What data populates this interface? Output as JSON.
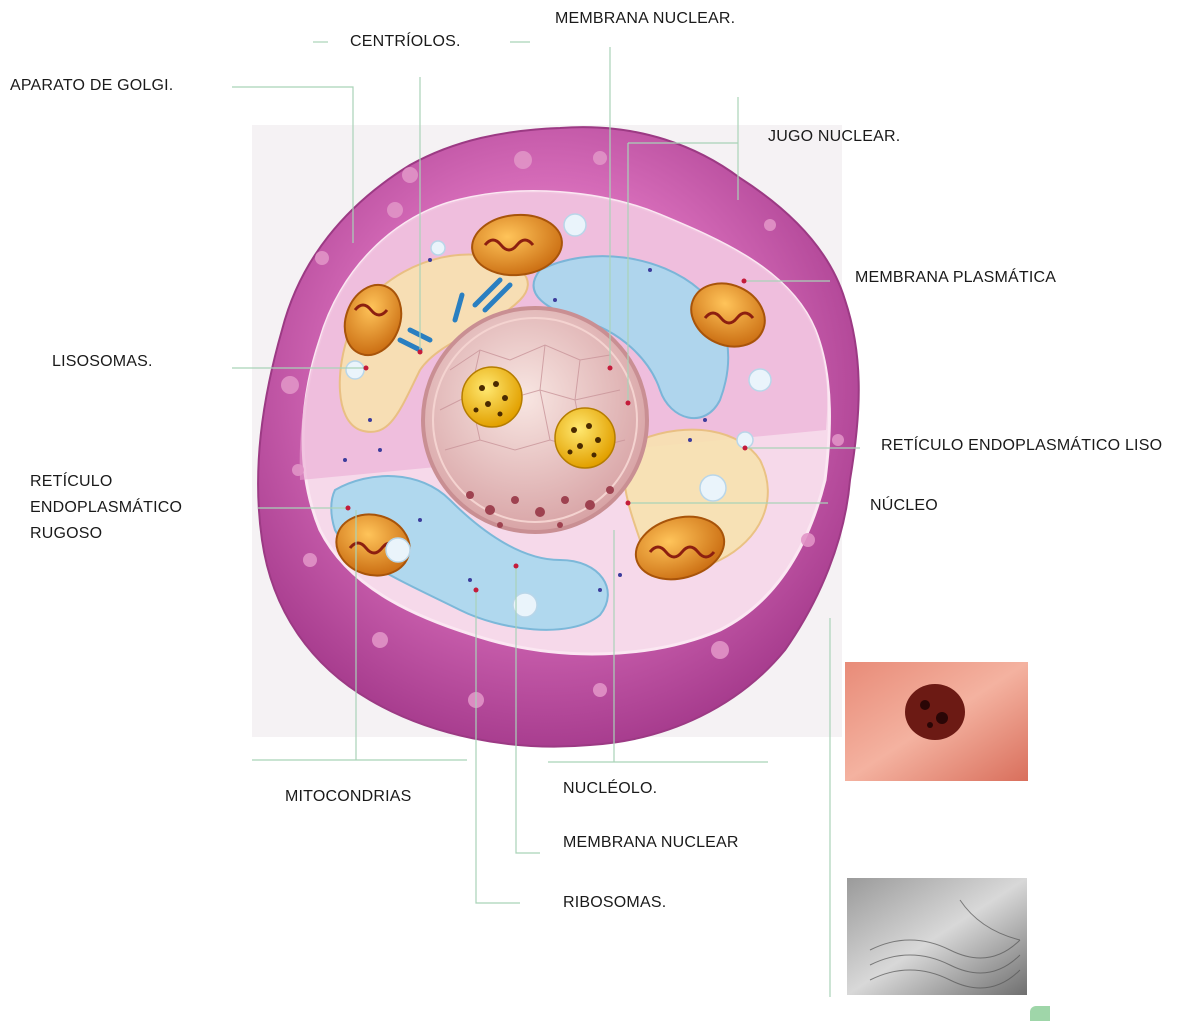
{
  "labels": {
    "centriolos": "CENTRÍOLOS.",
    "membrana_nuclear_top": "MEMBRANA NUCLEAR.",
    "aparato_golgi": "APARATO DE GOLGI.",
    "jugo_nuclear": "JUGO NUCLEAR.",
    "membrana_plasmatica": "MEMBRANA PLASMÁTICA",
    "lisosomas": "LISOSOMAS.",
    "reticulo_liso": "RETÍCULO ENDOPLASMÁTICO LISO",
    "reticulo_rugoso": "RETÍCULO ENDOPLASMÁTICO RUGOSO",
    "nucleo": "NÚCLEO",
    "mitocondrias": "MITOCONDRIAS",
    "nucleolo": "NUCLÉOLO.",
    "membrana_nuclear_bottom": "MEMBRANA NUCLEAR",
    "ribosomas": "RIBOSOMAS."
  },
  "colors": {
    "leader_line": "#a9d3b8",
    "cytoplasm": "#c04aa0",
    "nucleus": "#e8b7b4",
    "mitochondria": "#e39a2a",
    "reticulum": "#8ecbe6",
    "golgi": "#f4d79a"
  }
}
